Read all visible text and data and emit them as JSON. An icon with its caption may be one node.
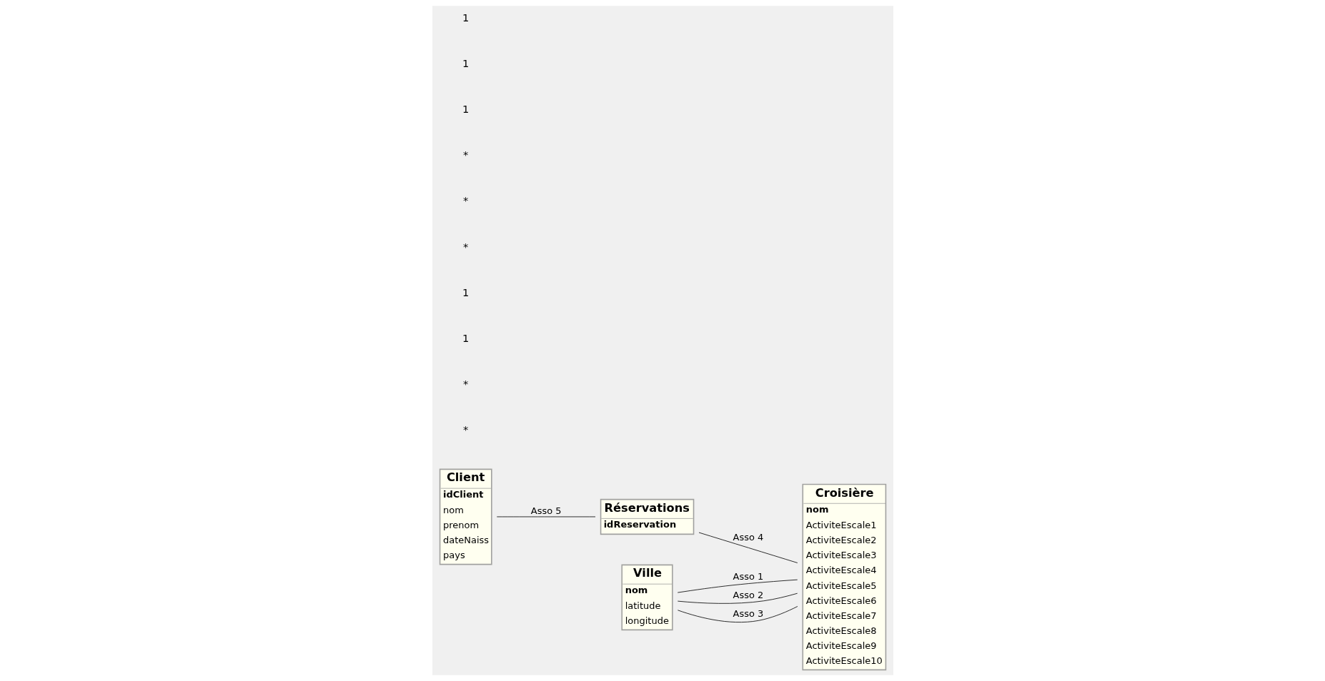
{
  "diagram": {
    "nodes": [
      {
        "text": [
          "Client",
          "idClient",
          "nom",
          "prenom",
          "dateNaiss",
          "pays"
        ]
      },
      {
        "text": [
          "Réservations",
          "idReservation"
        ]
      },
      {
        "text": [
          "Croisière",
          "nom",
          "ActiviteEscale1",
          "ActiviteEscale2",
          "ActiviteEscale3",
          "ActiviteEscale4",
          "ActiviteEscale5",
          "ActiviteEscale6",
          "ActiviteEscale7",
          "ActiviteEscale8",
          "ActiviteEscale9",
          "ActiviteEscale10"
        ]
      },
      {
        "text": [
          "Ville",
          "nom",
          "latitude",
          "longitude"
        ]
      }
    ],
    "edges": [
      {
        "from": 0,
        "to": 1,
        "arrow": "none",
        "label": "Asso 5"
      },
      {
        "from": 1,
        "to": 2,
        "arrow": "none",
        "label": "Asso 4"
      },
      {
        "from": 3,
        "to": 2,
        "arrow": "none",
        "label": "Asso 1"
      },
      {
        "from": 3,
        "to": 2,
        "arrow": "none",
        "label": "Asso 2"
      },
      {
        "from": 3,
        "to": 2,
        "arrow": "none",
        "label": "Asso 3"
      }
    ],
    "labels": [
      "*",
      "*",
      "1",
      "1",
      "*",
      "*",
      "*",
      "1",
      "1",
      "1"
    ]
  }
}
